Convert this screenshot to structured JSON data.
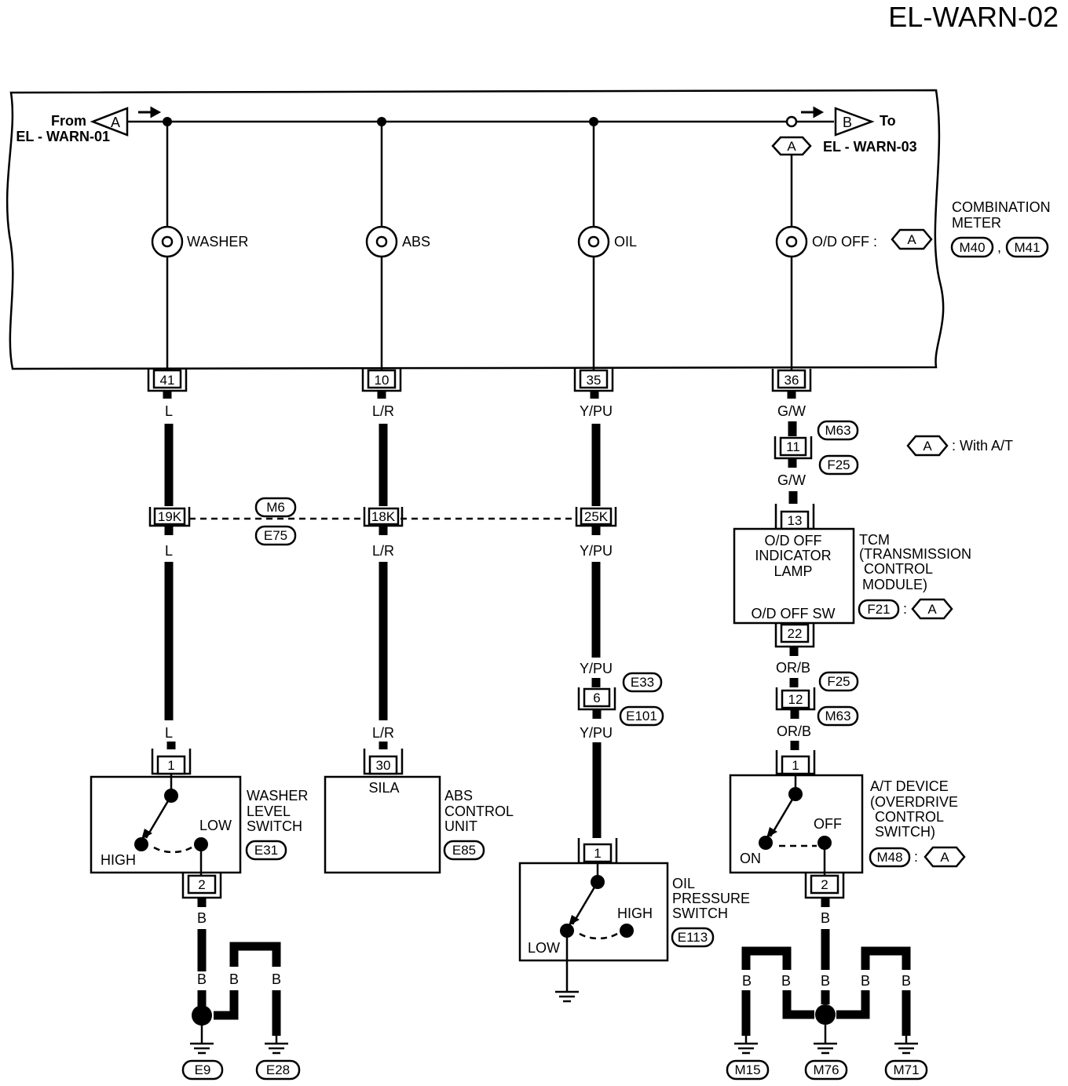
{
  "page_id": "EL-WARN-02",
  "from_ref": {
    "label": "From",
    "code": "EL - WARN-01",
    "tag": "A"
  },
  "to_ref": {
    "label": "To",
    "code": "EL - WARN-03",
    "tag": "B"
  },
  "combination_meter": {
    "title_line1": "COMBINATION",
    "title_line2": "METER",
    "conn1": "M40",
    "conn2": "M41",
    "comma": ","
  },
  "option_tag": "A",
  "legend": {
    "tag": "A",
    "text": ": With A/T"
  },
  "lamps": {
    "washer": "WASHER",
    "abs": "ABS",
    "oil": "OIL",
    "od_off": "O/D OFF :"
  },
  "pins": {
    "p41": "41",
    "p10": "10",
    "p35": "35",
    "p36": "36",
    "p19k": "19K",
    "p18k": "18K",
    "p25k": "25K",
    "p11": "11",
    "p13": "13",
    "p22": "22",
    "p12": "12",
    "p6": "6",
    "p1a": "1",
    "p30": "30",
    "p1c": "1",
    "p1d": "1",
    "p2a": "2",
    "p2d": "2"
  },
  "wires": {
    "l": "L",
    "lr": "L/R",
    "ypu": "Y/PU",
    "gw": "G/W",
    "orb": "OR/B",
    "b": "B"
  },
  "connectors": {
    "m6": "M6",
    "e75": "E75",
    "m63": "M63",
    "f25": "F25",
    "e33": "E33",
    "e101": "E101",
    "f21": "F21",
    "e31": "E31",
    "e85": "E85",
    "e113": "E113",
    "m48": "M48",
    "e9": "E9",
    "e28": "E28",
    "m15": "M15",
    "m76": "M76",
    "m71": "M71",
    "colon": ":"
  },
  "tcm": {
    "box_l1": "O/D OFF",
    "box_l2": "INDICATOR",
    "box_l3": "LAMP",
    "box_l4": "O/D OFF SW",
    "name_l1": "TCM",
    "name_l2": "(TRANSMISSION",
    "name_l3": "CONTROL",
    "name_l4": "MODULE)"
  },
  "washer_switch": {
    "name_l1": "WASHER",
    "name_l2": "LEVEL",
    "name_l3": "SWITCH",
    "high": "HIGH",
    "low": "LOW"
  },
  "abs_unit": {
    "name_l1": "ABS",
    "name_l2": "CONTROL",
    "name_l3": "UNIT",
    "terminal": "SILA"
  },
  "oil_switch": {
    "name_l1": "OIL",
    "name_l2": "PRESSURE",
    "name_l3": "SWITCH",
    "high": "HIGH",
    "low": "LOW"
  },
  "at_device": {
    "name_l1": "A/T DEVICE",
    "name_l2": "(OVERDRIVE",
    "name_l3": "CONTROL",
    "name_l4": "SWITCH)",
    "on": "ON",
    "off": "OFF"
  }
}
